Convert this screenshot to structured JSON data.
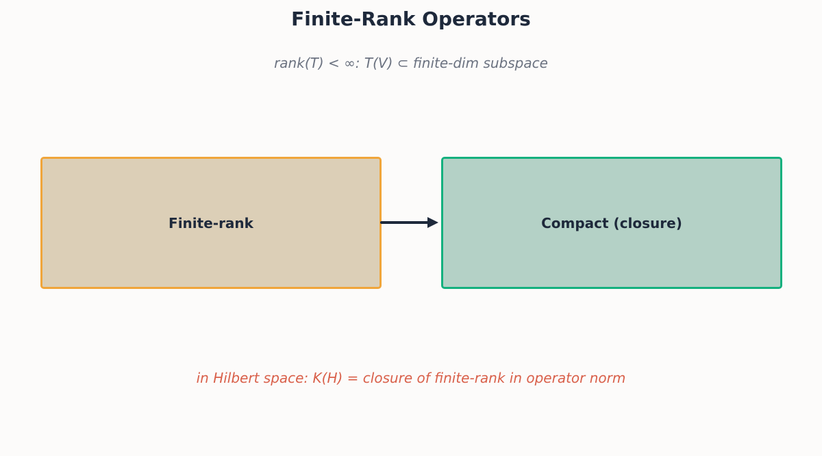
{
  "title": "Finite-Rank Operators",
  "subtitle": "rank(T) < ∞: T(V) ⊂ finite-dim subspace",
  "nodes": {
    "left": {
      "label": "Finite-rank",
      "fill": "#dccfb7",
      "border": "#f0a53a"
    },
    "right": {
      "label": "Compact (closure)",
      "fill": "#b4d1c6",
      "border": "#14b07e"
    }
  },
  "edge": {
    "from": "left",
    "to": "right",
    "color": "#1e293b"
  },
  "note": "in Hilbert space: K(H) = closure of finite-rank in operator norm",
  "colors": {
    "background": "#fcfbfa",
    "title": "#1e293b",
    "subtitle": "#6b7280",
    "note": "#d9604a"
  }
}
